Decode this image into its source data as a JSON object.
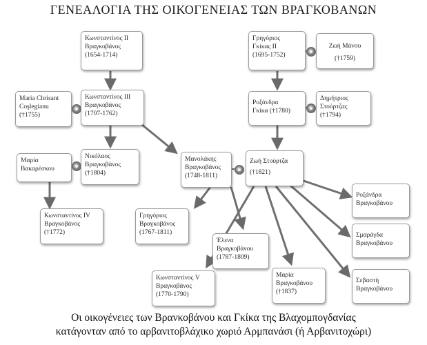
{
  "title": "ΓΕΝΕΑΛΟΓΙΑ ΤΗΣ ΟΙΚΟΓΕΝΕΙΑΣ ΤΩΝ ΒΡΑΓΚΟΒΑΝΩΝ",
  "people": {
    "konstantinos2": [
      "Κωνσταντίνος II",
      "Βραγκοβάνος",
      "(1654-1714)"
    ],
    "maria_chrisant": [
      "Maria Chrisant",
      "Coşlegianu",
      "(†1755)"
    ],
    "konstantinos3": [
      "Κωνσταντίνος III",
      "Βραγκοβάνος",
      "(1707-1762)"
    ],
    "maria_vakaresko": [
      "Μαρία",
      "Βακαρέσκου"
    ],
    "nikolaos": [
      "Νικόλαος",
      "Βραγκοβάνος",
      "(†1804)"
    ],
    "konstantinos4": [
      "Κωνσταντίνος IV",
      "Βραγκοβάνος",
      "(†1772)"
    ],
    "grigorios_gkikas": [
      "Γρηγόριος",
      "Γκίκας II",
      "(1695-1752)"
    ],
    "zoi_manou": [
      "Ζωή Μάνου",
      "(†1759)"
    ],
    "roxandra_gkika": [
      "Ροξάνδρα",
      "Γκίκα (†1780)"
    ],
    "dimitrios_stourtzas": [
      "Δημήτριος",
      "Στούρτζας",
      "(†1794)"
    ],
    "manolakis": [
      "Μανολάκης",
      "Βραγκοβάνος",
      "(1748-1811)"
    ],
    "zoi_stourtza": [
      "Ζωή Στούρτζα",
      "(†1821)"
    ],
    "grigorios_vrag": [
      "Γρηγόριος",
      "Βραγκοβάνος",
      "(1767-1811)"
    ],
    "eleni": [
      "Έλενα",
      "Βραγκοβάνου",
      "(1787-1809)"
    ],
    "konstantinos5": [
      "Κωνσταντίνος V",
      "Βραγκοβάνος",
      "(1770-1790)"
    ],
    "maria_vrag": [
      "Μαρία",
      "Βραγκοβάνου",
      "(†1837)"
    ],
    "roxandra_vrag": [
      "Ροξάνδρα",
      "Βραγκοβάνου"
    ],
    "smaragda": [
      "Σμαράγδα",
      "Βραγκοβάνου"
    ],
    "sevasti": [
      "Σεβαστή",
      "Βραγκοβάνου"
    ]
  },
  "caption": [
    "Οι οικογένειες των Βρανκοβάνου και Γκίκα της Βλαχομπογδανίας",
    "κατάγονταν από το αρβανιτοβλάχικο χωριό Αρμπανάσι (ή Αρβανιτοχώρι)"
  ]
}
